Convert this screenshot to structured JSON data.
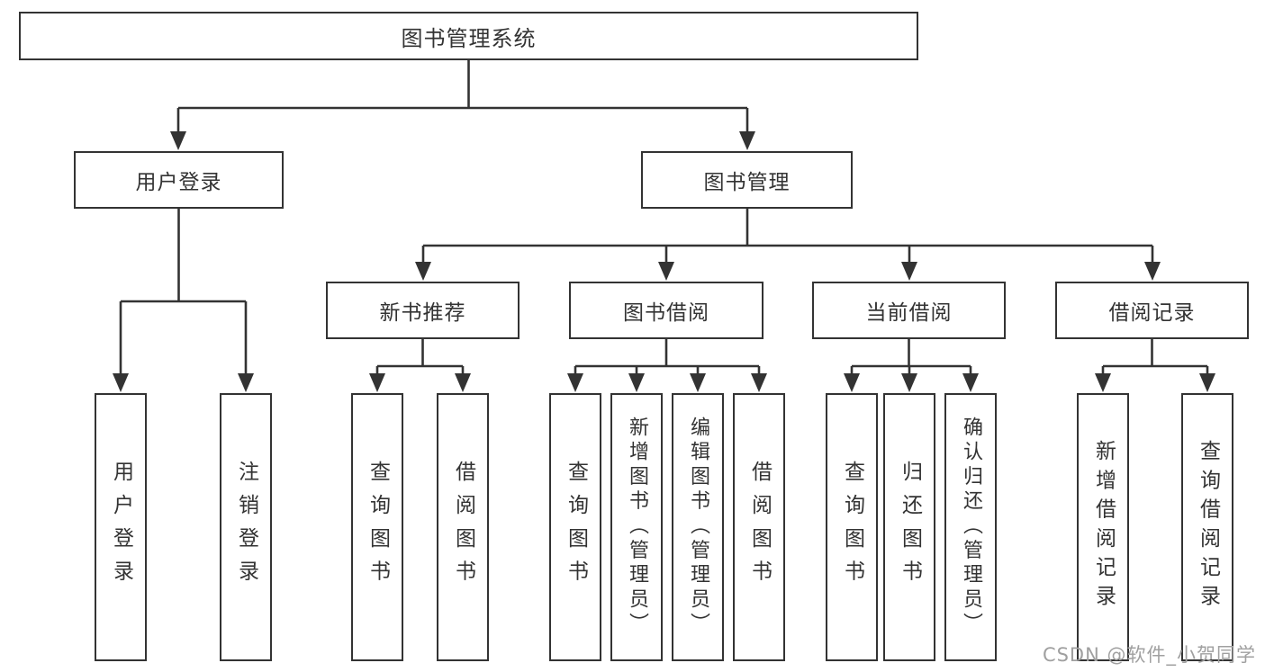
{
  "colors": {
    "line": "#333333",
    "box_border": "#333333",
    "text": "#333333",
    "watermark": "#a0a0a0",
    "background": "#ffffff"
  },
  "watermark": {
    "text": "CSDN @软件_小贺同学"
  },
  "tree": {
    "label": "图书管理系统",
    "children": [
      {
        "label": "用户登录",
        "children": [
          {
            "label": "用户登录"
          },
          {
            "label": "注销登录"
          }
        ]
      },
      {
        "label": "图书管理",
        "children": [
          {
            "label": "新书推荐",
            "children": [
              {
                "label": "查询图书"
              },
              {
                "label": "借阅图书"
              }
            ]
          },
          {
            "label": "图书借阅",
            "children": [
              {
                "label": "查询图书"
              },
              {
                "label": "新增图书（管理员）"
              },
              {
                "label": "编辑图书（管理员）"
              },
              {
                "label": "借阅图书"
              }
            ]
          },
          {
            "label": "当前借阅",
            "children": [
              {
                "label": "查询图书"
              },
              {
                "label": "归还图书"
              },
              {
                "label": "确认归还（管理员）"
              }
            ]
          },
          {
            "label": "借阅记录",
            "children": [
              {
                "label": "新增借阅记录"
              },
              {
                "label": "查询借阅记录"
              }
            ]
          }
        ]
      }
    ]
  }
}
